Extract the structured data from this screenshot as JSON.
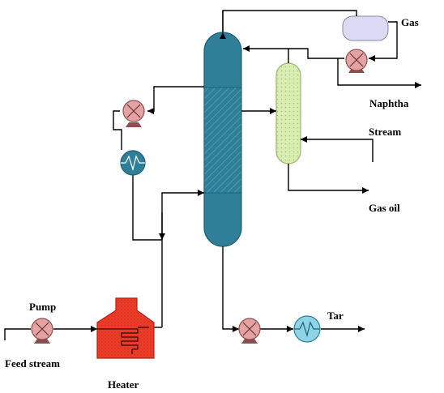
{
  "labels": {
    "gas": "Gas",
    "naphtha": "Naphtha",
    "stream": "Stream",
    "gas_oil": "Gas oil",
    "pump": "Pump",
    "feed_stream": "Feed stream",
    "heater": "Heater",
    "tar": "Tar"
  },
  "colors": {
    "column": "#2f7f98",
    "column_stroke": "#1f5f73",
    "stripper": "#d9ecb2",
    "stripper_stroke": "#9ab872",
    "pump": "#e4a3a3",
    "pump_stroke": "#8a5050",
    "drum": "#dcdaf2",
    "heater": "#ea3a28",
    "cooler_teal": "#2f7f98",
    "cooler_light": "#8fd3e6"
  }
}
